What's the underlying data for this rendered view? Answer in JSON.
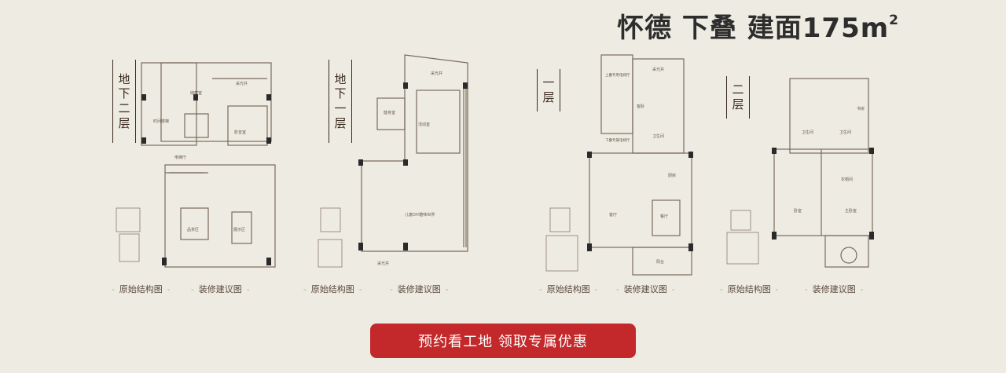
{
  "title": {
    "text": "怀德  下叠  建面175m",
    "sup": "2"
  },
  "floors": [
    {
      "label": [
        "地",
        "下",
        "二",
        "层"
      ]
    },
    {
      "label": [
        "地",
        "下",
        "一",
        "层"
      ]
    },
    {
      "label": [
        "一",
        "层"
      ]
    },
    {
      "label": [
        "二",
        "层"
      ]
    }
  ],
  "captions": {
    "original": "原始结构图",
    "proposal": "装修建议图"
  },
  "rooms": {
    "b2": {
      "skylight": "采光井",
      "storage": "储藏室",
      "audio": "影音室",
      "timestairs": "时间楼梯",
      "elevator_hall": "电梯厅",
      "showroom": "品茶区",
      "sunken": "展示区"
    },
    "b1": {
      "skylight_top": "采光井",
      "gym": "健身室",
      "activity": "活动室",
      "kids": "儿童DIY趣味世界",
      "skylight_bottom": "采光井"
    },
    "f1": {
      "skylight": "采光井",
      "entry_note": "上叠专用电梯厅",
      "bedroom": "客卧",
      "bath": "卫生间",
      "kitchen": "厨房",
      "living": "客厅",
      "dining": "餐厅",
      "garden": "阳台",
      "entry_note2": "下叠专属电梯厅"
    },
    "f2": {
      "study": "书房",
      "bath1": "卫生间",
      "bath2": "卫生间",
      "closet": "衣帽间",
      "bedroom1": "卧室",
      "master": "主卧室"
    }
  },
  "cta": {
    "label": "预约看工地  领取专属优惠"
  }
}
